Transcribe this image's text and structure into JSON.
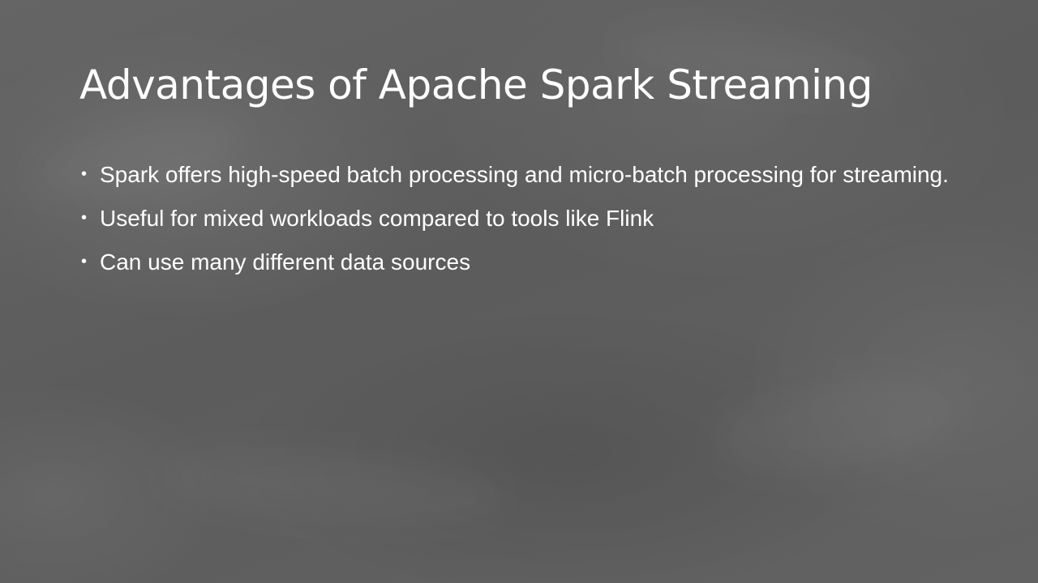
{
  "slide": {
    "title": "Advantages of Apache Spark Streaming",
    "bullets": [
      {
        "text": "Spark offers high-speed batch processing and micro-batch processing for streaming."
      },
      {
        "text": "Useful for mixed workloads compared to tools like Flink"
      },
      {
        "text": "Can use many different data sources"
      }
    ],
    "bullet_symbol": "•"
  },
  "theme": {
    "background": "#5f5f5f",
    "text_color": "#ffffff"
  }
}
